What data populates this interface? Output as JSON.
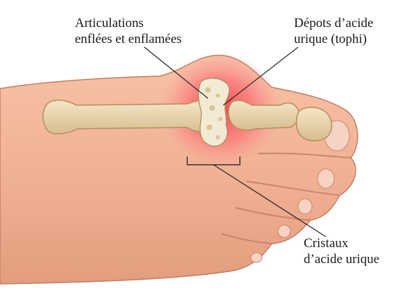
{
  "labels": {
    "swollen_joints": {
      "line1": "Articulations",
      "line2": "enflées et enflamées"
    },
    "tophi": {
      "line1": "Dépots d’acide",
      "line2": "urique (tophi)"
    },
    "crystals": {
      "line1": "Cristaux",
      "line2": "d’acide urique"
    }
  },
  "colors": {
    "skin": "#f2b59a",
    "skin_shadow": "#d98f72",
    "inflammation": "#ff4d5a",
    "bone": "#ead6ae",
    "bone_outline": "#b59a6c",
    "crystal": "#f4ecd8",
    "leader_line": "#222222"
  }
}
